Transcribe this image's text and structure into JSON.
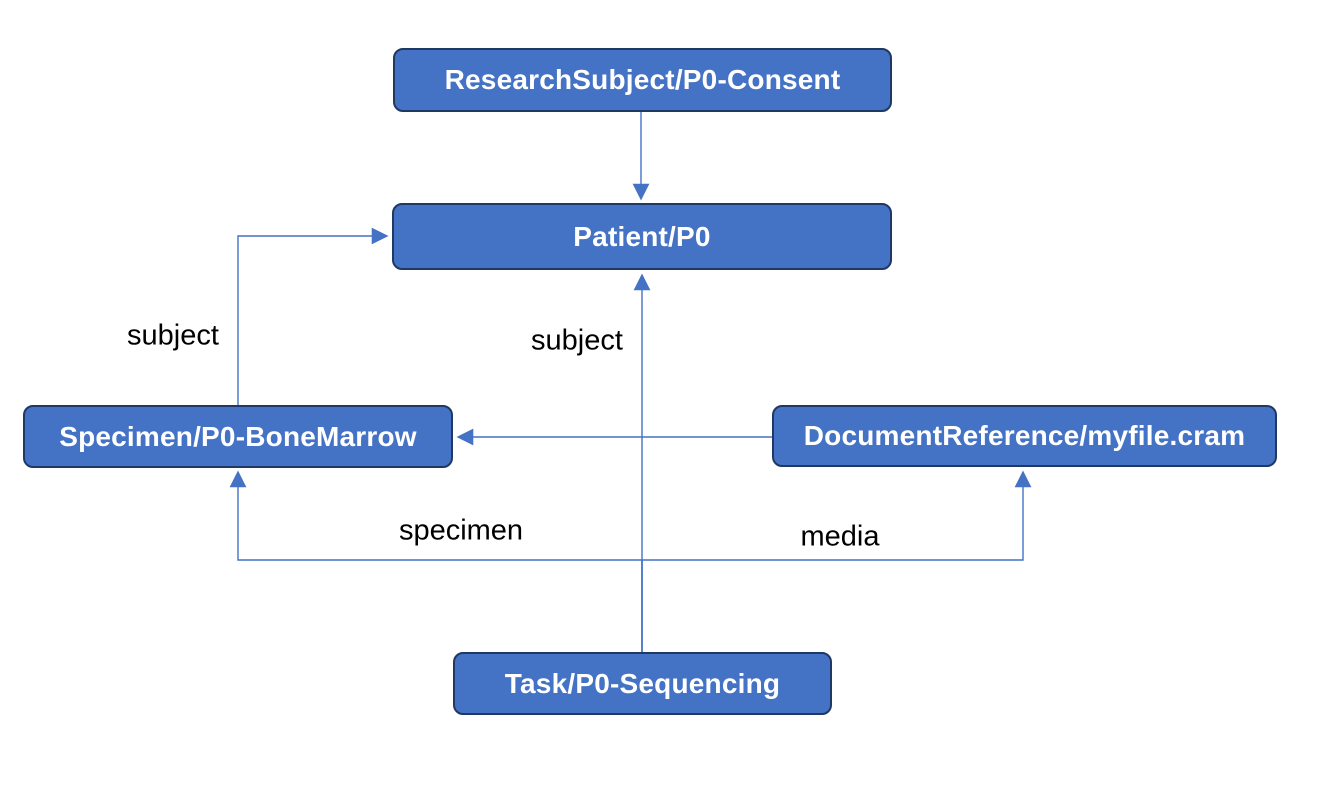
{
  "diagram": {
    "nodes": {
      "research_subject": {
        "label": "ResearchSubject/P0-Consent"
      },
      "patient": {
        "label": "Patient/P0"
      },
      "specimen": {
        "label": "Specimen/P0-BoneMarrow"
      },
      "document_reference": {
        "label": "DocumentReference/myfile.cram"
      },
      "task": {
        "label": "Task/P0-Sequencing"
      }
    },
    "edges": {
      "researchsubject_to_patient": {
        "label": ""
      },
      "specimen_to_patient": {
        "label": "subject"
      },
      "task_to_patient": {
        "label": "subject"
      },
      "documentreference_to_specimen": {
        "label": ""
      },
      "task_to_specimen": {
        "label": "specimen"
      },
      "task_to_documentreference": {
        "label": "media"
      }
    },
    "colors": {
      "node_fill": "#4472C4",
      "node_border": "#1F3864",
      "node_text": "#FFFFFF",
      "connector": "#4472C4",
      "edge_label_text": "#000000",
      "background": "#FFFFFF"
    }
  }
}
